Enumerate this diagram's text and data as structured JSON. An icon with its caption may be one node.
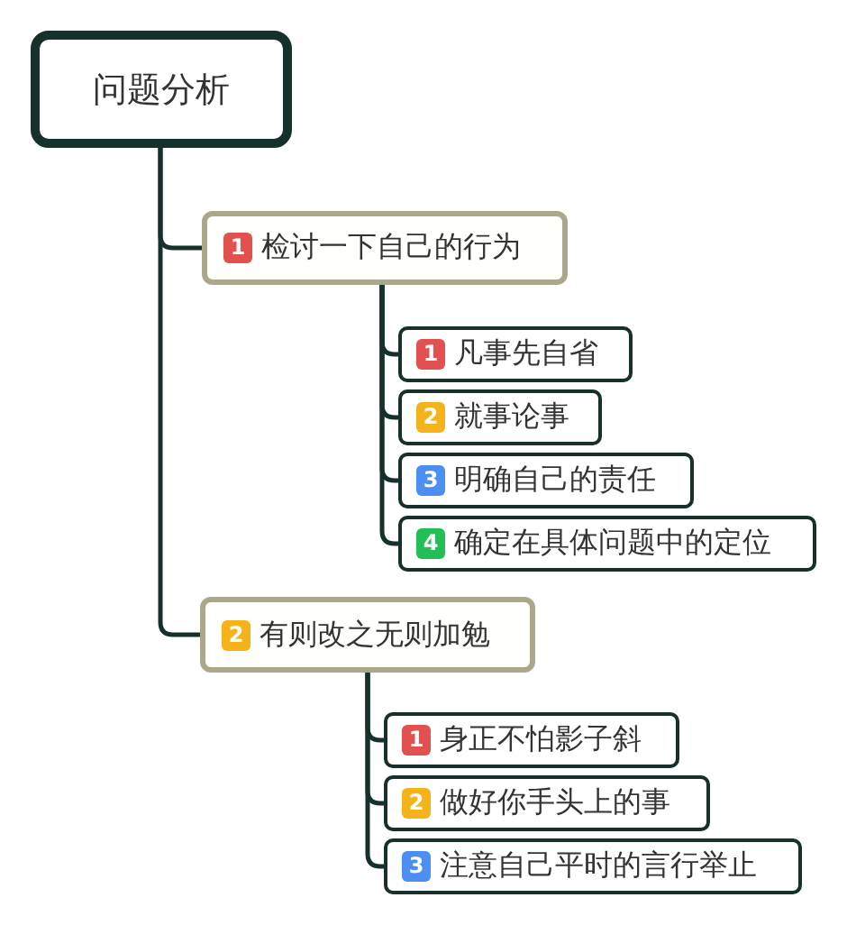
{
  "diagram": {
    "nodes": [
      {
        "text": [
          "问题分析"
        ]
      },
      {
        "text": [
          "1",
          "检讨一下自己的行为"
        ]
      },
      {
        "text": [
          "1",
          "凡事先自省"
        ]
      },
      {
        "text": [
          "2",
          "就事论事"
        ]
      },
      {
        "text": [
          "3",
          "明确自己的责任"
        ]
      },
      {
        "text": [
          "4",
          "确定在具体问题中的定位"
        ]
      },
      {
        "text": [
          "2",
          "有则改之无则加勉"
        ]
      },
      {
        "text": [
          "1",
          "身正不怕影子斜"
        ]
      },
      {
        "text": [
          "2",
          "做好你手头上的事"
        ]
      },
      {
        "text": [
          "3",
          "注意自己平时的言行举止"
        ]
      }
    ],
    "edges": [
      {
        "from": 0,
        "to": 1,
        "arrow": "none"
      },
      {
        "from": 1,
        "to": 2,
        "arrow": "none"
      },
      {
        "from": 1,
        "to": 3,
        "arrow": "none"
      },
      {
        "from": 1,
        "to": 4,
        "arrow": "none"
      },
      {
        "from": 1,
        "to": 5,
        "arrow": "none"
      },
      {
        "from": 0,
        "to": 6,
        "arrow": "none"
      },
      {
        "from": 6,
        "to": 7,
        "arrow": "none"
      },
      {
        "from": 6,
        "to": 8,
        "arrow": "none"
      },
      {
        "from": 6,
        "to": 9,
        "arrow": "none"
      }
    ]
  }
}
